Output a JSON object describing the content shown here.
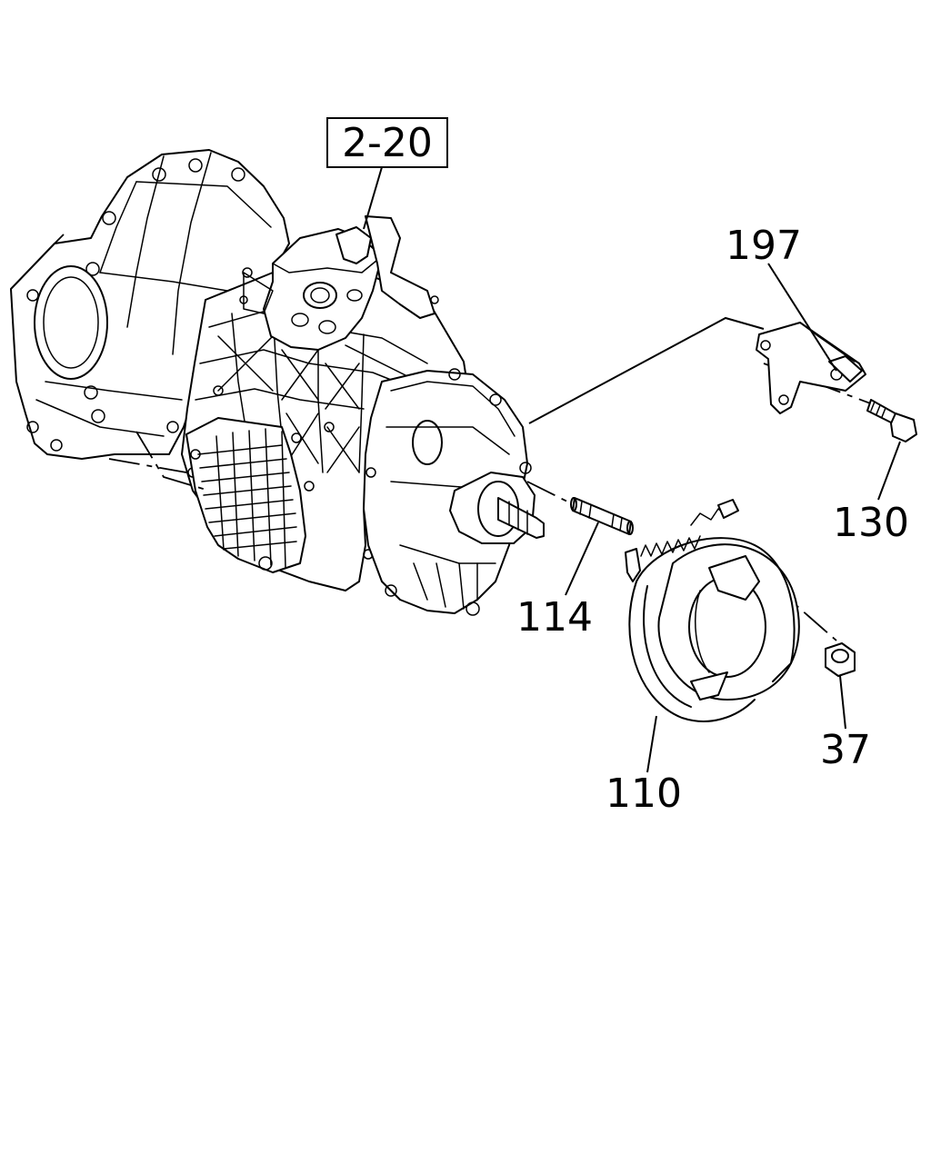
{
  "diagram": {
    "reference_box": {
      "label": "2-20"
    },
    "callouts": [
      {
        "id": "bracket",
        "label": "197"
      },
      {
        "id": "bolt",
        "label": "130"
      },
      {
        "id": "stud",
        "label": "114"
      },
      {
        "id": "brake-assembly",
        "label": "110"
      },
      {
        "id": "nut",
        "label": "37"
      }
    ]
  }
}
